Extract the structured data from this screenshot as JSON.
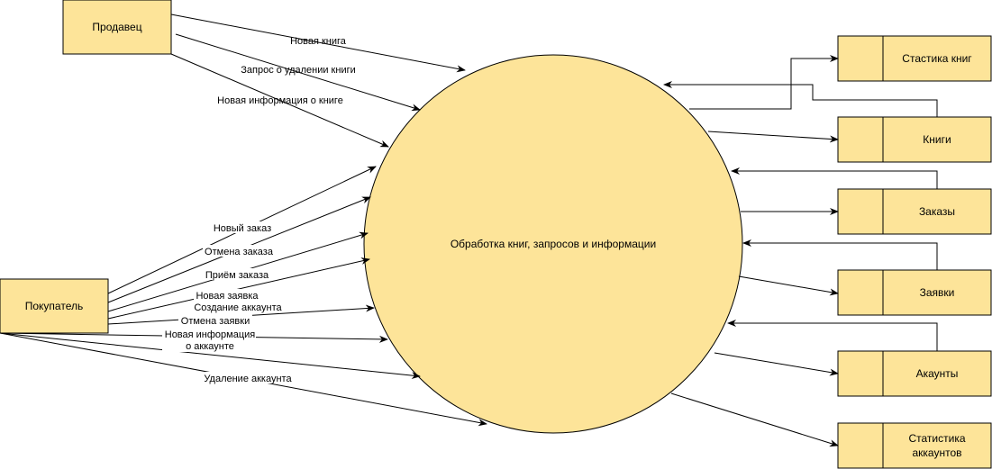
{
  "process": {
    "label": "Обработка книг, запросов и информации"
  },
  "entities": {
    "seller": "Продавец",
    "buyer": "Покупатель"
  },
  "stores": {
    "book_stats": "Стастика книг",
    "books": "Книги",
    "orders": "Заказы",
    "requests": "Заявки",
    "accounts": "Акаунты",
    "account_stats_line1": "Статистика",
    "account_stats_line2": "аккаунтов"
  },
  "flows": {
    "new_book": "Новая книга",
    "delete_book_request": "Запрос о удалении книги",
    "new_book_info": "Новая информация о книге",
    "new_order": "Новый заказ",
    "cancel_order": "Отмена заказа",
    "accept_order": "Приём заказа",
    "new_request": "Новая заявка",
    "create_account": "Создание аккаунта",
    "cancel_request": "Отмена заявки",
    "new_account_info_line1": "Новая информация",
    "new_account_info_line2": "о аккаунте",
    "delete_account": "Удаление аккаунта"
  }
}
